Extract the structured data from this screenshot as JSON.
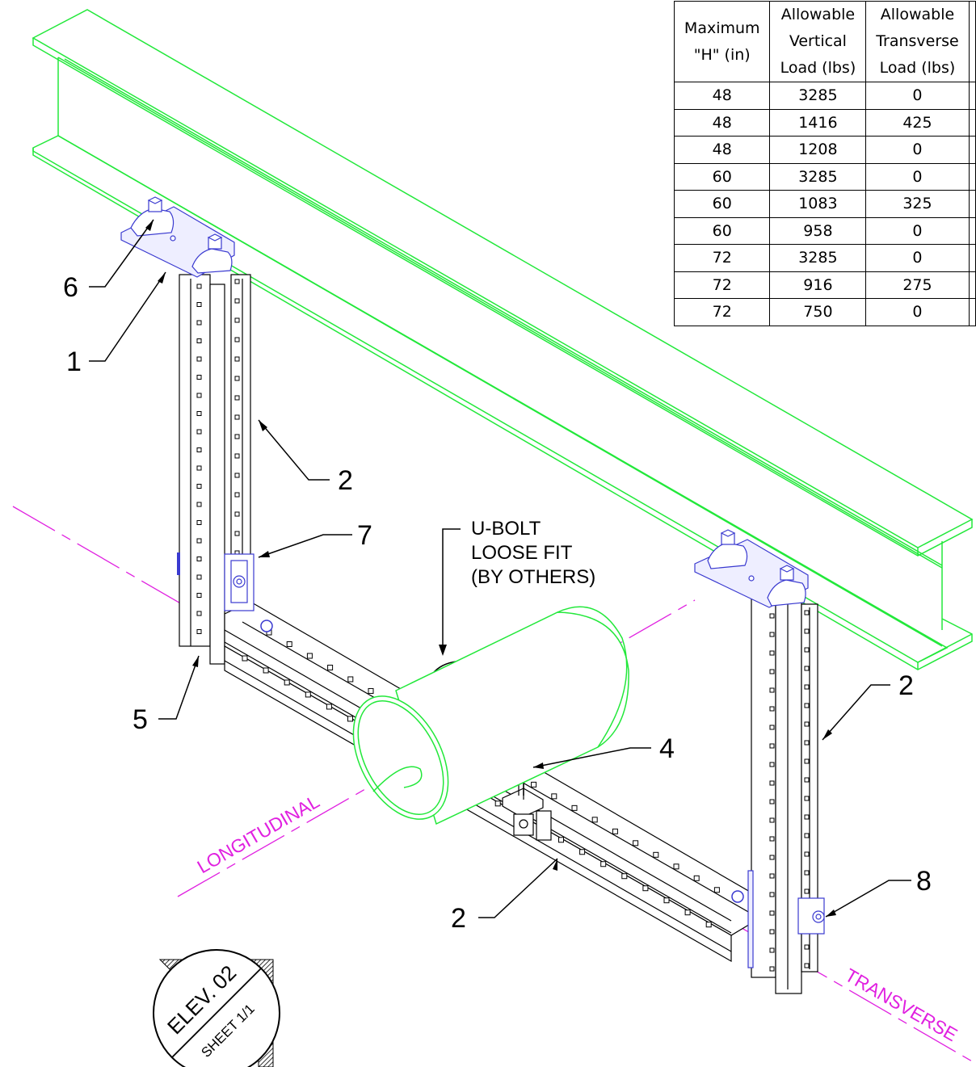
{
  "table": {
    "headers": [
      "Maximum \"H\" (in)",
      "Allowable Vertical Load (lbs)",
      "Allowable Transverse Load (lbs)"
    ],
    "rows": [
      [
        "48",
        "3285",
        "0"
      ],
      [
        "48",
        "1416",
        "425"
      ],
      [
        "48",
        "1208",
        "0"
      ],
      [
        "60",
        "3285",
        "0"
      ],
      [
        "60",
        "1083",
        "325"
      ],
      [
        "60",
        "958",
        "0"
      ],
      [
        "72",
        "3285",
        "0"
      ],
      [
        "72",
        "916",
        "275"
      ],
      [
        "72",
        "750",
        "0"
      ]
    ]
  },
  "callouts": {
    "c1": "1",
    "c6": "6",
    "c2a": "2",
    "c7": "7",
    "c5": "5",
    "c4": "4",
    "c2b": "2",
    "c2c": "2",
    "c8": "8"
  },
  "note": {
    "line1": "U-BOLT",
    "line2": "LOOSE FIT",
    "line3": "(BY OTHERS)"
  },
  "axes": {
    "longitudinal": "LONGITUDINAL",
    "transverse": "TRANSVERSE"
  },
  "elevation": {
    "title": "ELEV. 02",
    "sheet": "SHEET 1/1"
  },
  "colors": {
    "beam": "#22e83a",
    "pipe": "#22e83a",
    "hardware": "#3a3ad0",
    "axis": "#e020e0",
    "strut": "#000000"
  }
}
